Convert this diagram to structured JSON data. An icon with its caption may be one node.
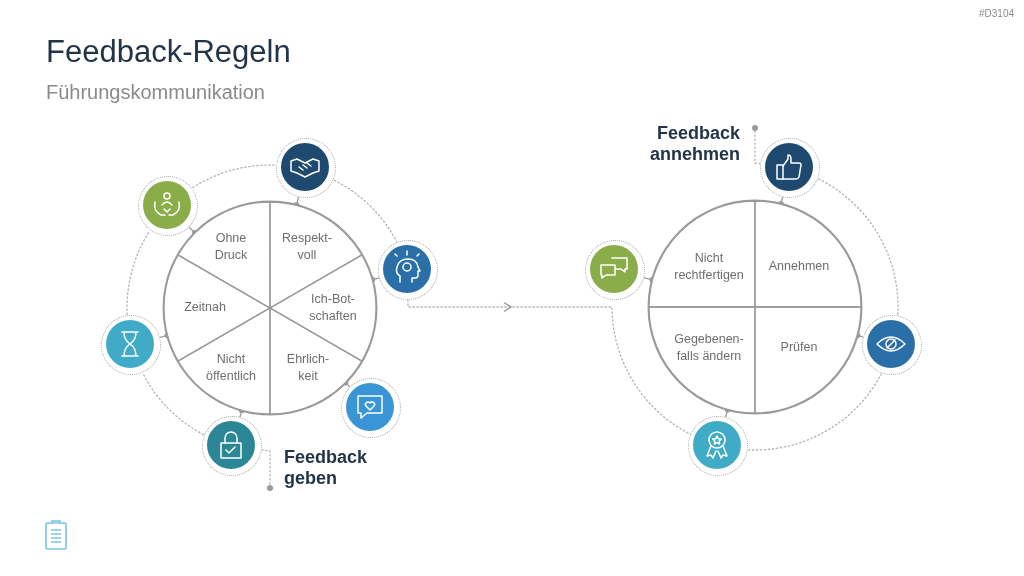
{
  "diagram": {
    "title": "Feedback-Regeln",
    "nodes": [
      {
        "text": [],
        "shape": "circle"
      },
      {
        "text": [
          "Ohne Druck"
        ],
        "in": 0
      },
      {
        "text": [
          "Respekt- voll"
        ],
        "in": 0
      },
      {
        "text": [
          "Ich-Bot- schaften"
        ],
        "in": 0
      },
      {
        "text": [
          "Ehrlich- keit"
        ],
        "in": 0
      },
      {
        "text": [
          "Nicht öffentlich"
        ],
        "in": 0
      },
      {
        "text": [
          "Zeitnah"
        ],
        "in": 0
      },
      {
        "text": [],
        "shape": "circle"
      },
      {
        "text": [],
        "shape": "circle"
      },
      {
        "text": [],
        "shape": "circle"
      },
      {
        "text": [],
        "shape": "circle"
      },
      {
        "text": [],
        "shape": "circle"
      },
      {
        "text": [],
        "shape": "circle"
      },
      {
        "text": [
          "Feedback geben"
        ]
      },
      {
        "text": [],
        "shape": "circle"
      },
      {
        "text": [
          "Nicht rechtfertigen"
        ],
        "in": 14
      },
      {
        "text": [
          "Annehmen"
        ],
        "in": 14
      },
      {
        "text": [
          "Gegebenen- falls ändern"
        ],
        "in": 14
      },
      {
        "text": [
          "Prüfen"
        ],
        "in": 14
      },
      {
        "text": [],
        "shape": "circle"
      },
      {
        "text": [],
        "shape": "circle"
      },
      {
        "text": [],
        "shape": "circle"
      },
      {
        "text": [],
        "shape": "circle"
      },
      {
        "text": [
          "Feedback annehmen"
        ]
      }
    ],
    "edges": [
      {
        "from": 7,
        "to": 1,
        "arrow": "other"
      },
      {
        "from": 8,
        "to": 2,
        "arrow": "other"
      },
      {
        "from": 9,
        "to": 3,
        "arrow": "other"
      },
      {
        "from": 10,
        "to": 4,
        "arrow": "other"
      },
      {
        "from": 11,
        "to": 5,
        "arrow": "other"
      },
      {
        "from": 12,
        "to": 6,
        "arrow": "other"
      },
      {
        "from": 11,
        "to": 13,
        "arrow": "other",
        "style": "dashed"
      },
      {
        "from": 9,
        "to": 22,
        "arrow": "to",
        "style": "dashed"
      },
      {
        "from": 19,
        "to": 16,
        "arrow": "other"
      },
      {
        "from": 20,
        "to": 15,
        "arrow": "other"
      },
      {
        "from": 21,
        "to": 18,
        "arrow": "other"
      },
      {
        "from": 22,
        "to": 17,
        "arrow": "other"
      },
      {
        "from": 19,
        "to": 23,
        "arrow": "other",
        "style": "dashed"
      },
      {
        "from": 11,
        "to": 12,
        "arrow": "none",
        "style": "dashed"
      },
      {
        "from": 12,
        "to": 7,
        "arrow": "none",
        "style": "dashed"
      },
      {
        "from": 7,
        "to": 8,
        "arrow": "none",
        "style": "dashed"
      },
      {
        "from": 8,
        "to": 9,
        "arrow": "none",
        "style": "dashed"
      },
      {
        "from": 19,
        "to": 21,
        "arrow": "none",
        "style": "dashed"
      },
      {
        "from": 21,
        "to": 22,
        "arrow": "none",
        "style": "dashed"
      }
    ],
    "labels": [
      "#D3104",
      "Führungskommunikation"
    ]
  }
}
